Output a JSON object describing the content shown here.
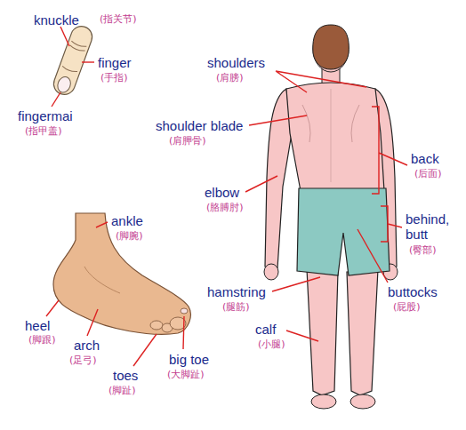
{
  "diagram": {
    "labels": [
      "knuckle",
      "(指关节)",
      "finger",
      "(手指)",
      "fingermai",
      "(指甲盖)",
      "shoulders",
      "(肩膀)",
      "shoulder blade",
      "(肩胛骨)",
      "elbow",
      "(胳膊肘)",
      "back",
      "(后面)",
      "behind, butt",
      "(臀部)",
      "buttocks",
      "(屁股)",
      "hamstring",
      "(腿筋)",
      "calf",
      "(小腿)",
      "ankle",
      "(脚腕)",
      "heel",
      "(脚跟)",
      "arch",
      "(足弓)",
      "toes",
      "(脚趾)",
      "big toe",
      "(大脚趾)"
    ]
  }
}
